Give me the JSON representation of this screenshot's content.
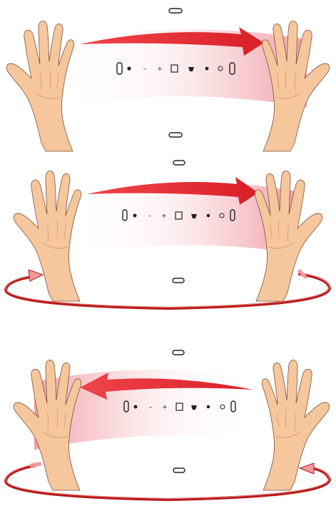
{
  "diagram": {
    "type": "gesture-instruction-illustration",
    "panels": [
      {
        "id": "panel-1",
        "gesture": "swipe-right",
        "arrow_direction": "right",
        "rotation_ring": false,
        "icons": [
          "hold-left",
          "dot-icon",
          "minus-icon",
          "plus-icon",
          "square-icon",
          "fish-icon",
          "dot-icon-2",
          "power-icon",
          "hold-right"
        ]
      },
      {
        "id": "panel-2",
        "gesture": "swipe-right-with-rotation",
        "arrow_direction": "right",
        "rotation_ring": true,
        "ring_arrow_side": "left",
        "icons": [
          "hold-left",
          "dot-icon",
          "minus-icon",
          "plus-icon",
          "square-icon",
          "fish-icon",
          "dot-icon-2",
          "power-icon",
          "hold-right"
        ]
      },
      {
        "id": "panel-3",
        "gesture": "swipe-left-with-rotation",
        "arrow_direction": "left",
        "rotation_ring": true,
        "ring_arrow_side": "right",
        "icons": [
          "hold-left",
          "dot-icon",
          "minus-icon",
          "plus-icon",
          "square-icon",
          "fish-icon",
          "dot-icon-2",
          "power-icon",
          "hold-right"
        ]
      }
    ],
    "colors": {
      "arrow": "#e8242b",
      "band_fade": "#f2a6ad",
      "ring": "#b71c1c",
      "ring_highlight": "#ef9a9a",
      "skin": "#f6c69d",
      "skin_shadow": "#e3a77c",
      "outline": "#333333"
    },
    "icon_glyphs": {
      "minus-icon": "–",
      "plus-icon": "+"
    }
  }
}
